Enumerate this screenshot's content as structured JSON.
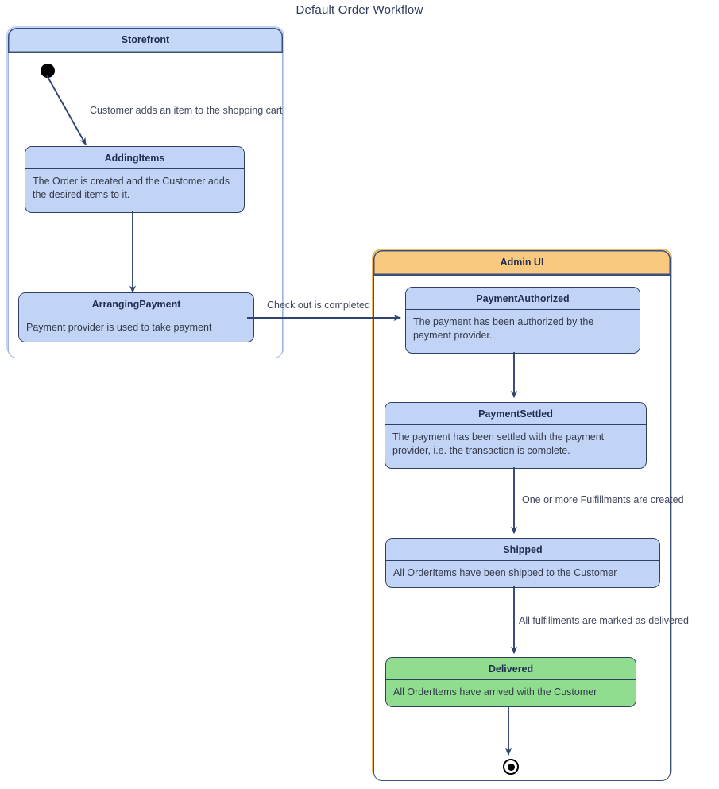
{
  "diagram": {
    "title": "Default Order Workflow",
    "type": "uml-state-diagram"
  },
  "colors": {
    "state_fill_blue": "#c2d4f5",
    "state_fill_green": "#90dd90",
    "state_border": "#2f3f63",
    "storefront_header": "#c6d8f7",
    "adminui_header": "#f9c97f",
    "adminui_border": "#f0b860",
    "edge_stroke": "#2f4470",
    "text": "#41485c"
  },
  "containers": [
    {
      "id": "storefront",
      "label": "Storefront",
      "states": [
        "AddingItems",
        "ArrangingPayment"
      ]
    },
    {
      "id": "adminui",
      "label": "Admin UI",
      "states": [
        "PaymentAuthorized",
        "PaymentSettled",
        "Shipped",
        "Delivered"
      ]
    }
  ],
  "states": {
    "adding_items": {
      "name": "AddingItems",
      "description": "The Order is created and the Customer adds the desired items to it."
    },
    "arranging_payment": {
      "name": "ArrangingPayment",
      "description": "Payment provider is used to take payment"
    },
    "payment_authorized": {
      "name": "PaymentAuthorized",
      "description": "The payment has been authorized by the payment provider."
    },
    "payment_settled": {
      "name": "PaymentSettled",
      "description": "The payment has been settled with the payment provider, i.e. the transaction is complete."
    },
    "shipped": {
      "name": "Shipped",
      "description": "All OrderItems have been shipped to the Customer"
    },
    "delivered": {
      "name": "Delivered",
      "description": "All OrderItems have arrived with the Customer"
    }
  },
  "transitions": [
    {
      "id": "t1",
      "from": "start",
      "to": "AddingItems",
      "label": "Customer adds an item to the shopping cart"
    },
    {
      "id": "t2",
      "from": "AddingItems",
      "to": "ArrangingPayment",
      "label": ""
    },
    {
      "id": "t3",
      "from": "ArrangingPayment",
      "to": "PaymentAuthorized",
      "label": "Check out is completed"
    },
    {
      "id": "t4",
      "from": "PaymentAuthorized",
      "to": "PaymentSettled",
      "label": ""
    },
    {
      "id": "t5",
      "from": "PaymentSettled",
      "to": "Shipped",
      "label": "One or more Fulfillments are created"
    },
    {
      "id": "t6",
      "from": "Shipped",
      "to": "Delivered",
      "label": "All fulfillments are marked as delivered"
    },
    {
      "id": "t7",
      "from": "Delivered",
      "to": "end",
      "label": ""
    }
  ],
  "pseudostates": {
    "start": "initial-state-node",
    "end": "final-state-node"
  }
}
